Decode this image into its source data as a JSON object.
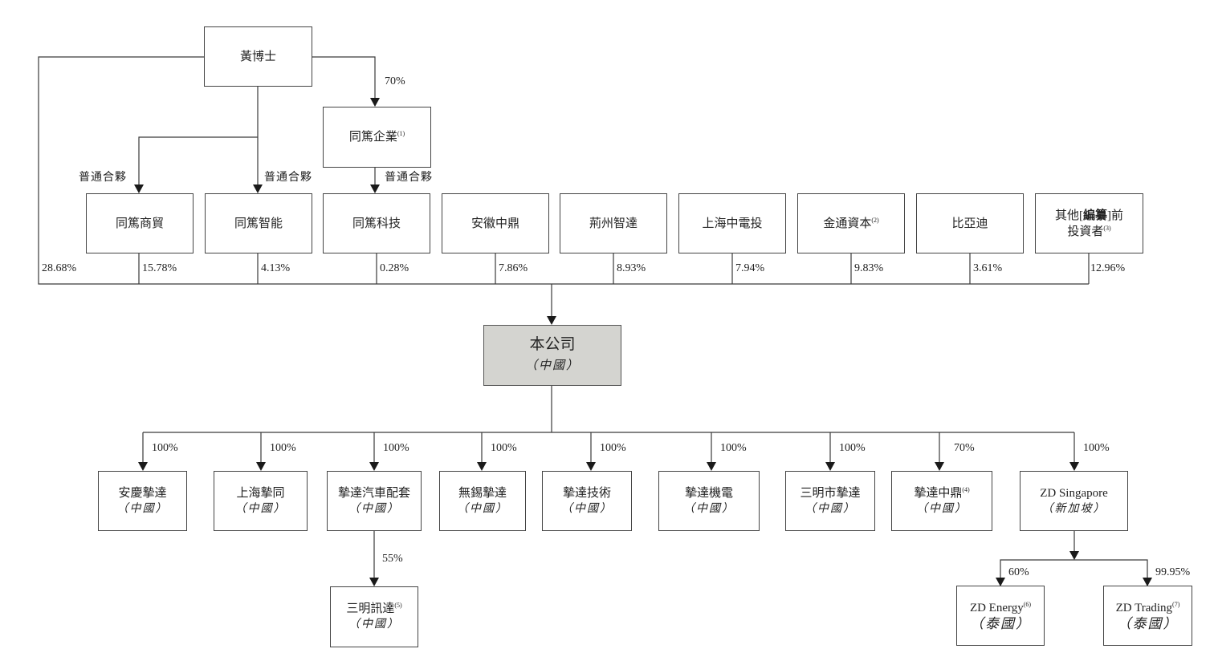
{
  "chart_data": {
    "type": "org-structure",
    "shareholders": {
      "top": {
        "name": "黃博士",
        "direct_pct": "28.68%"
      },
      "intermediate": {
        "name": "同篤企業",
        "note": "(1)",
        "owned_by_dr_huang": "70%"
      },
      "relation_label": "普通合夥",
      "holders": [
        {
          "name": "同篤商貿",
          "note": "",
          "pct": "15.78%"
        },
        {
          "name": "同篤智能",
          "note": "",
          "pct": "4.13%"
        },
        {
          "name": "同篤科技",
          "note": "",
          "pct": "0.28%"
        },
        {
          "name": "安徽中鼎",
          "note": "",
          "pct": "7.86%"
        },
        {
          "name": "荊州智達",
          "note": "",
          "pct": "8.93%"
        },
        {
          "name": "上海中電投",
          "note": "",
          "pct": "7.94%"
        },
        {
          "name": "金通資本",
          "note": "(2)",
          "pct": "9.83%"
        },
        {
          "name": "比亞迪",
          "note": "",
          "pct": "3.61%"
        },
        {
          "name_line1_pre": "其他[",
          "name_line1_bold": "編纂",
          "name_line1_post": "]前",
          "name_line2": "投資者",
          "note": "(3)",
          "pct": "12.96%"
        }
      ]
    },
    "company": {
      "name": "本公司",
      "jurisdiction": "（中國）"
    },
    "subsidiaries": [
      {
        "name": "安慶摯達",
        "note": "",
        "jurisdiction": "（中國）",
        "pct": "100%"
      },
      {
        "name": "上海摯同",
        "note": "",
        "jurisdiction": "（中國）",
        "pct": "100%"
      },
      {
        "name": "摯達汽車配套",
        "note": "",
        "jurisdiction": "（中國）",
        "pct": "100%"
      },
      {
        "name": "無錫摯達",
        "note": "",
        "jurisdiction": "（中國）",
        "pct": "100%"
      },
      {
        "name": "摯達技術",
        "note": "",
        "jurisdiction": "（中國）",
        "pct": "100%"
      },
      {
        "name": "摯達機電",
        "note": "",
        "jurisdiction": "（中國）",
        "pct": "100%"
      },
      {
        "name": "三明市摯達",
        "note": "",
        "jurisdiction": "（中國）",
        "pct": "100%"
      },
      {
        "name": "摯達中鼎",
        "note": "(4)",
        "jurisdiction": "（中國）",
        "pct": "70%"
      },
      {
        "name": "ZD Singapore",
        "note": "",
        "jurisdiction": "（新加坡）",
        "pct": "100%"
      }
    ],
    "second_level": [
      {
        "name": "三明訊達",
        "note": "(5)",
        "jurisdiction": "（中國）",
        "pct": "55%",
        "parent": "摯達汽車配套"
      },
      {
        "name": "ZD Energy",
        "note": "(6)",
        "jurisdiction": "（泰國）",
        "pct": "60%",
        "parent": "ZD Singapore"
      },
      {
        "name": "ZD Trading",
        "note": "(7)",
        "jurisdiction": "（泰國）",
        "pct": "99.95%",
        "parent": "ZD Singapore"
      }
    ]
  }
}
